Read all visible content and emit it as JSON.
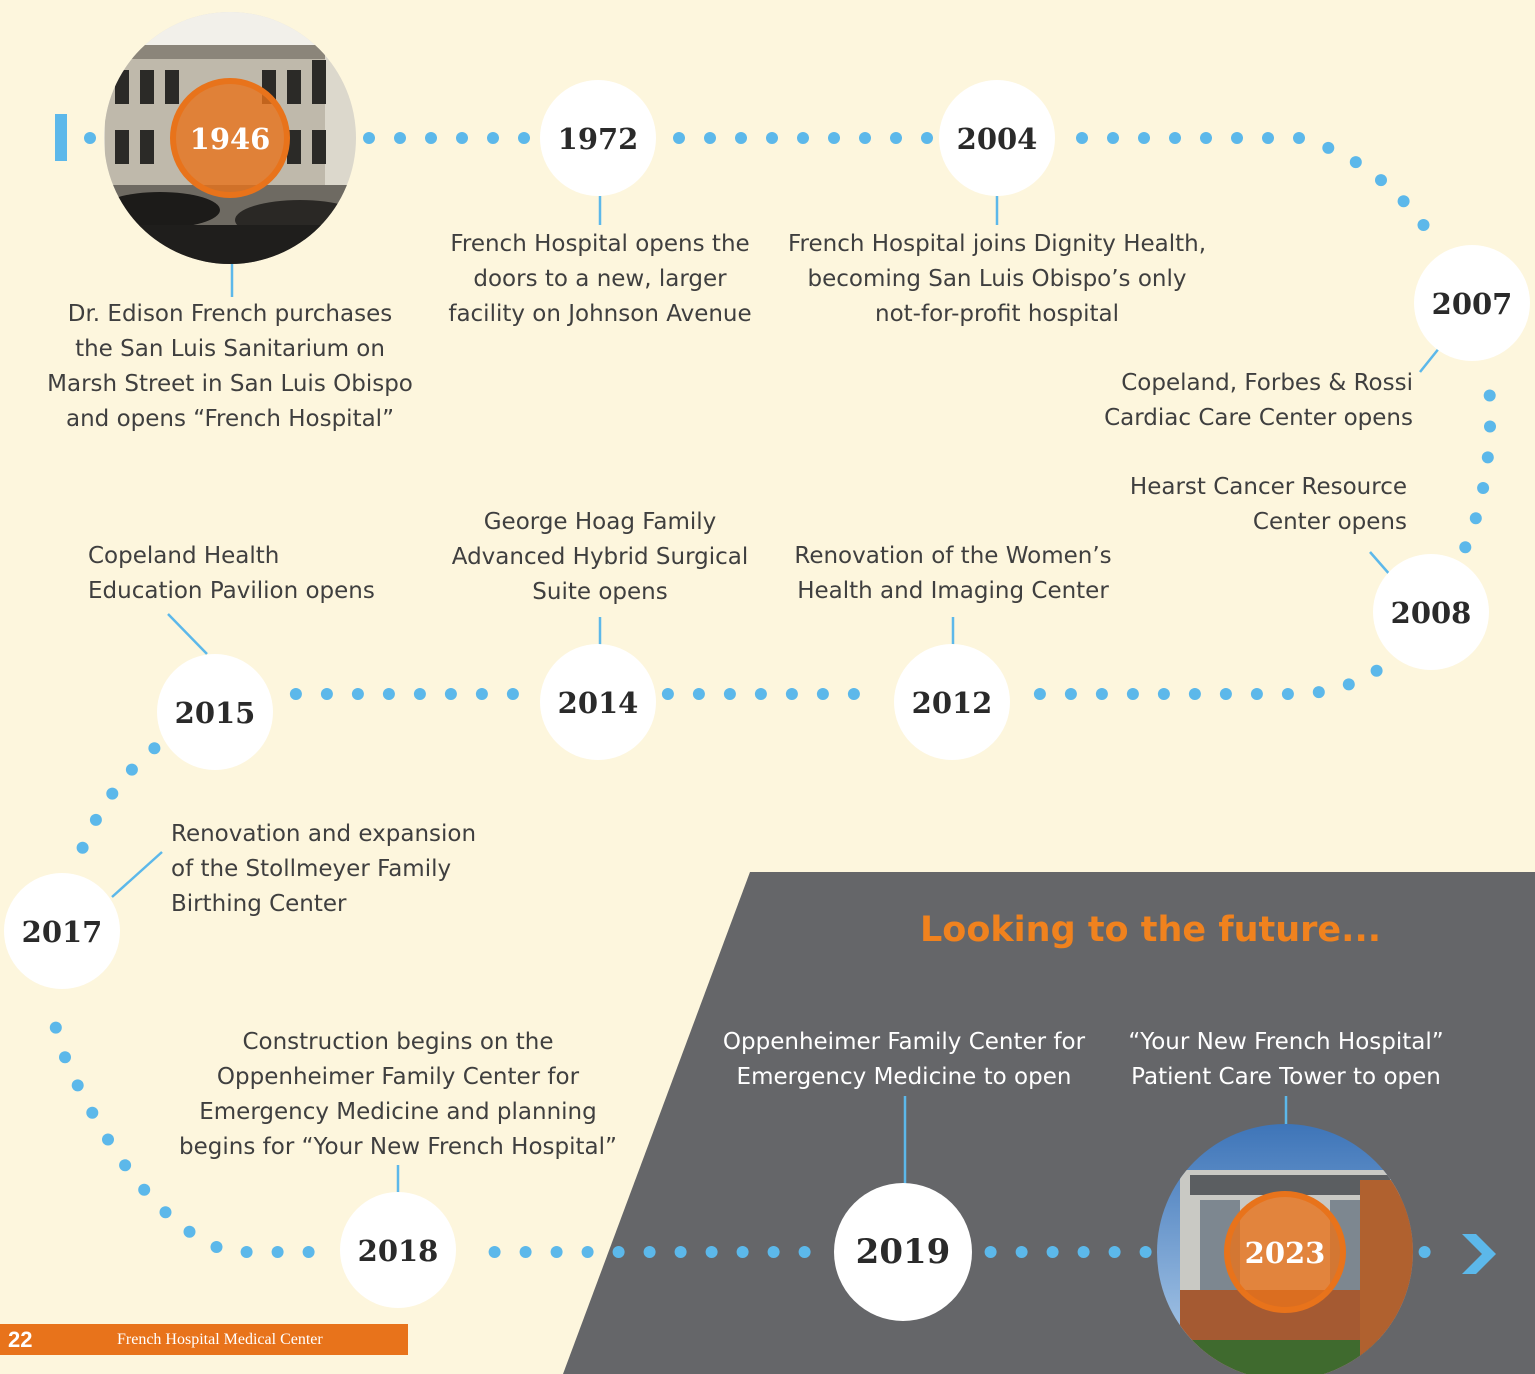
{
  "events": [
    {
      "year": "1946",
      "lines": [
        "Dr. Edison French purchases",
        "the San Luis Sanitarium on",
        "Marsh Street in San Luis Obispo",
        "and opens “French Hospital”"
      ],
      "photo": "historic-sanitarium-building",
      "highlight": true
    },
    {
      "year": "1972",
      "lines": [
        "French Hospital opens the",
        "doors to a new, larger",
        "facility on Johnson Avenue"
      ]
    },
    {
      "year": "2004",
      "lines": [
        "French Hospital joins Dignity Health,",
        "becoming San Luis Obispo’s only",
        "not-for-profit hospital"
      ]
    },
    {
      "year": "2007",
      "lines": [
        "Copeland, Forbes & Rossi",
        "Cardiac Care Center opens"
      ]
    },
    {
      "year": "2008",
      "lines": [
        "Hearst Cancer Resource",
        "Center opens"
      ]
    },
    {
      "year": "2012",
      "lines": [
        "Renovation of the Women’s",
        "Health and Imaging Center"
      ]
    },
    {
      "year": "2014",
      "lines": [
        "George Hoag Family",
        "Advanced Hybrid Surgical",
        "Suite opens"
      ]
    },
    {
      "year": "2015",
      "lines": [
        "Copeland Health",
        "Education Pavilion opens"
      ]
    },
    {
      "year": "2017",
      "lines": [
        "Renovation and expansion",
        "of the Stollmeyer Family",
        "Birthing Center"
      ]
    },
    {
      "year": "2018",
      "lines": [
        "Construction begins on the",
        "Oppenheimer Family Center for",
        "Emergency Medicine and planning",
        "begins for “Your New French Hospital”"
      ]
    },
    {
      "year": "2019",
      "lines": [
        "Oppenheimer Family Center for",
        "Emergency Medicine to open"
      ]
    },
    {
      "year": "2023",
      "lines": [
        "“Your New French Hospital”",
        "Patient Care Tower to open"
      ],
      "photo": "new-patient-care-tower",
      "highlight": true
    }
  ],
  "future_heading": "Looking to the future...",
  "footer": {
    "page_number": "22",
    "publication": "French Hospital Medical Center"
  },
  "colors": {
    "background": "#fdf6dd",
    "dots": "#5cb8ea",
    "accent": "#e8731b",
    "future_panel": "#656669",
    "heading": "#f0821e",
    "year_text": "#2a2a2a"
  },
  "icons": {
    "start_marker": "bar-icon",
    "end_marker": "chevron-right-icon"
  }
}
